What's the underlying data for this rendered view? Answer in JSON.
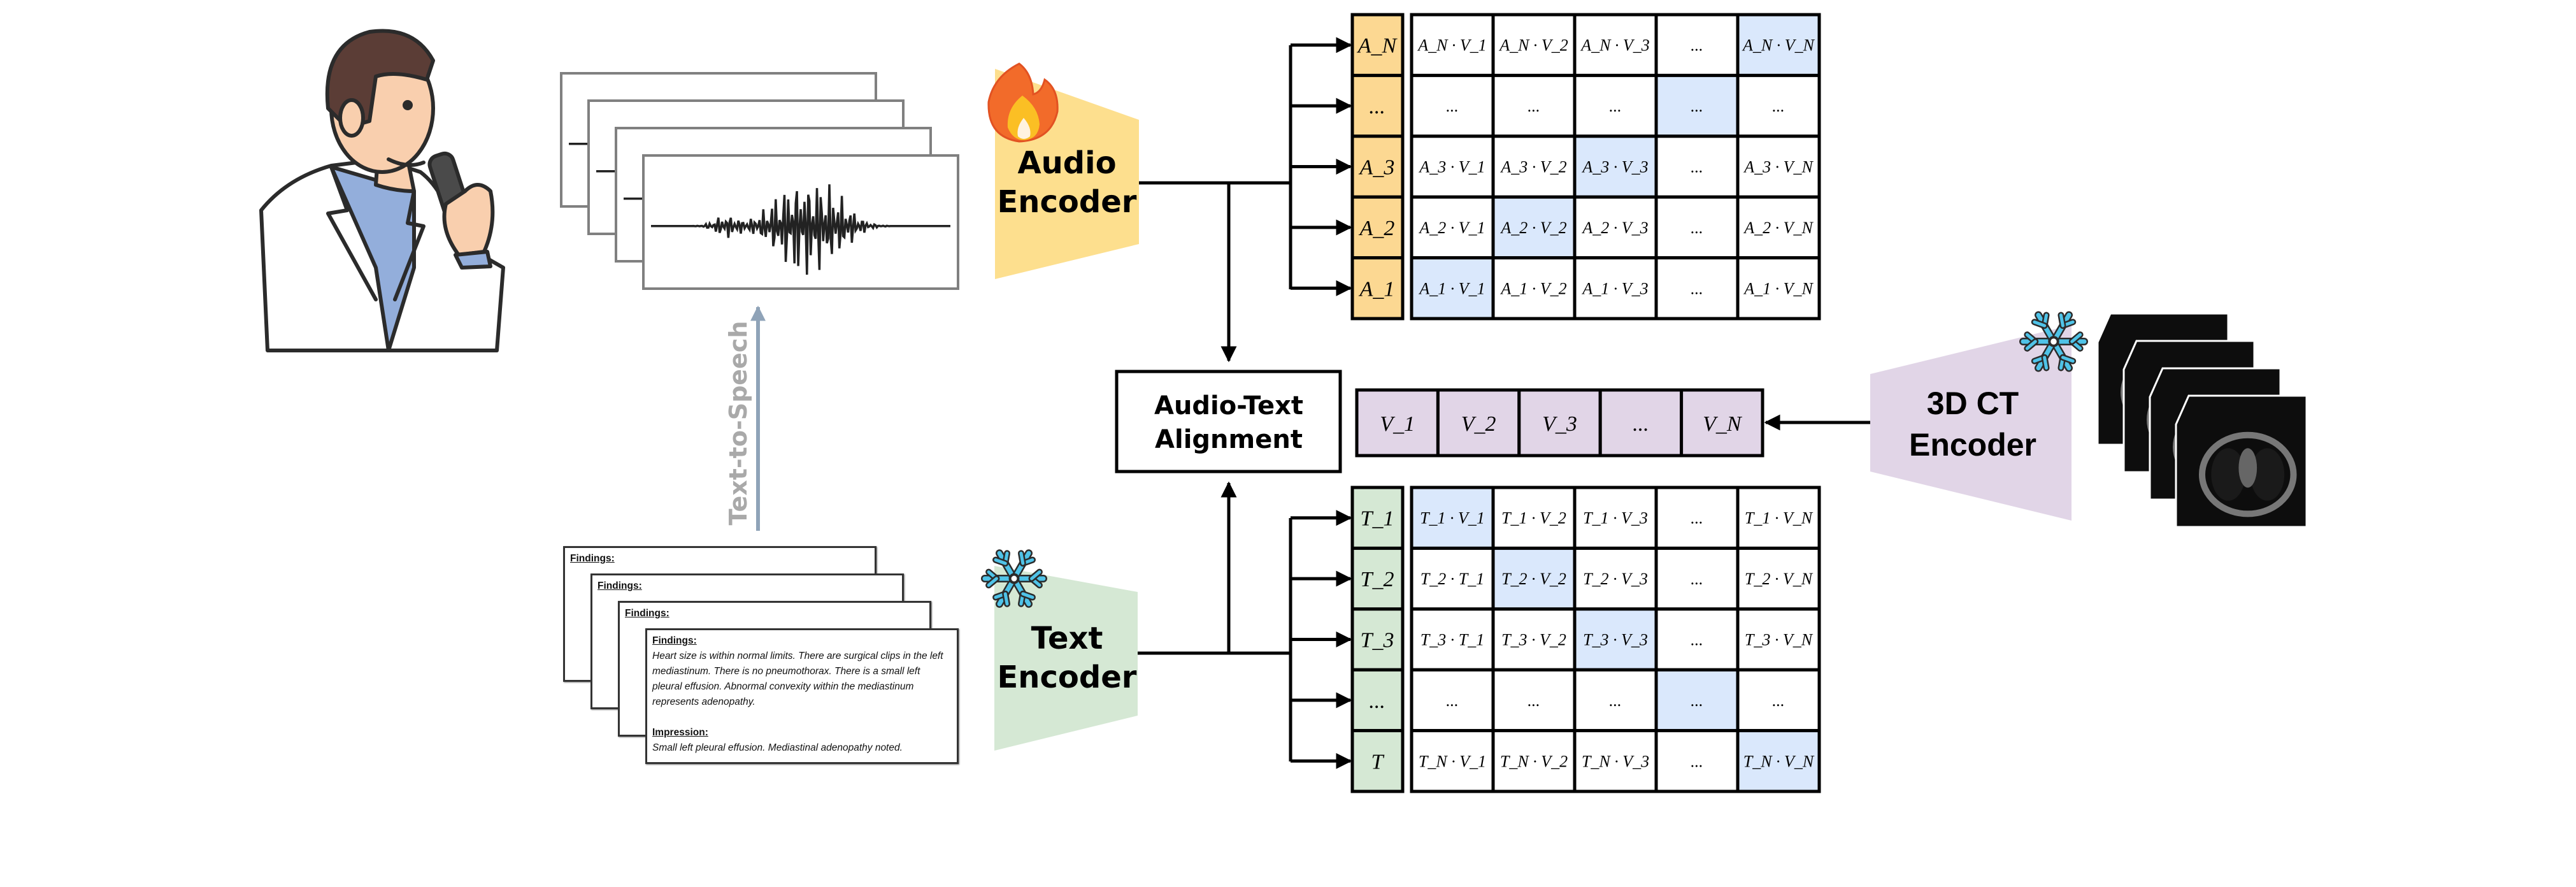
{
  "colors": {
    "audio_fill": "#fddf8e",
    "audio_token_fill": "#fcd892",
    "text_fill": "#d5e8d4",
    "ct_fill": "#e1d5e7",
    "highlight": "#dae8fc",
    "tts_arrow": "#8fa3b8",
    "tts_text": "#a9a9a9"
  },
  "icons": {
    "audio_encoder_status": "fire-icon",
    "text_encoder_status": "snowflake-icon",
    "ct_encoder_status": "snowflake-icon"
  },
  "tts_label": "Text-to-Speech",
  "audio_encoder": {
    "line1": "Audio",
    "line2": "Encoder",
    "status": "trainable"
  },
  "text_encoder": {
    "line1": "Text",
    "line2": "Encoder",
    "status": "frozen"
  },
  "ct_encoder": {
    "line1": "3D CT",
    "line2": "Encoder",
    "status": "frozen"
  },
  "alignment": {
    "line1": "Audio-Text",
    "line2": "Alignment"
  },
  "report": {
    "findings_title": "Findings:",
    "findings_text": "Heart size is within normal limits. There are surgical clips in the left mediastinum. There is no pneumothorax. There is a small left pleural effusion. Abnormal convexity within the mediastinum represents adenopathy.",
    "impression_title": "Impression:",
    "impression_text": "Small left pleural effusion. Mediastinal adenopathy noted."
  },
  "vision_tokens": [
    "V_1",
    "V_2",
    "V_3",
    "...",
    "V_N"
  ],
  "audio_tokens": [
    "A_N",
    "...",
    "A_3",
    "A_2",
    "A_1"
  ],
  "audio_matrix": {
    "rows": [
      [
        "A_N · V_1",
        "A_N · V_2",
        "A_N · V_3",
        "...",
        "A_N · V_N"
      ],
      [
        "...",
        "...",
        "...",
        "...",
        "..."
      ],
      [
        "A_3 · V_1",
        "A_3 · V_2",
        "A_3 · V_3",
        "...",
        "A_3 · V_N"
      ],
      [
        "A_2 · V_1",
        "A_2 · V_2",
        "A_2 · V_3",
        "...",
        "A_2 · V_N"
      ],
      [
        "A_1 · V_1",
        "A_1 · V_2",
        "A_1 · V_3",
        "...",
        "A_1 · V_N"
      ]
    ],
    "highlighted_column_per_row": [
      4,
      3,
      2,
      1,
      0
    ]
  },
  "text_tokens": [
    "T_1",
    "T_2",
    "T_3",
    "...",
    "T"
  ],
  "text_matrix": {
    "rows": [
      [
        "T_1 · V_1",
        "T_1 · V_2",
        "T_1 · V_3",
        "...",
        "T_1 · V_N"
      ],
      [
        "T_2 · T_1",
        "T_2 · V_2",
        "T_2 · V_3",
        "...",
        "T_2 · V_N"
      ],
      [
        "T_3 · T_1",
        "T_3 · V_2",
        "T_3 · V_3",
        "...",
        "T_3 · V_N"
      ],
      [
        "...",
        "...",
        "...",
        "...",
        "..."
      ],
      [
        "T_N · V_1",
        "T_N · V_2",
        "T_N · V_3",
        "...",
        "T_N · V_N"
      ]
    ],
    "highlighted_column_per_row": [
      0,
      1,
      2,
      3,
      4
    ]
  }
}
